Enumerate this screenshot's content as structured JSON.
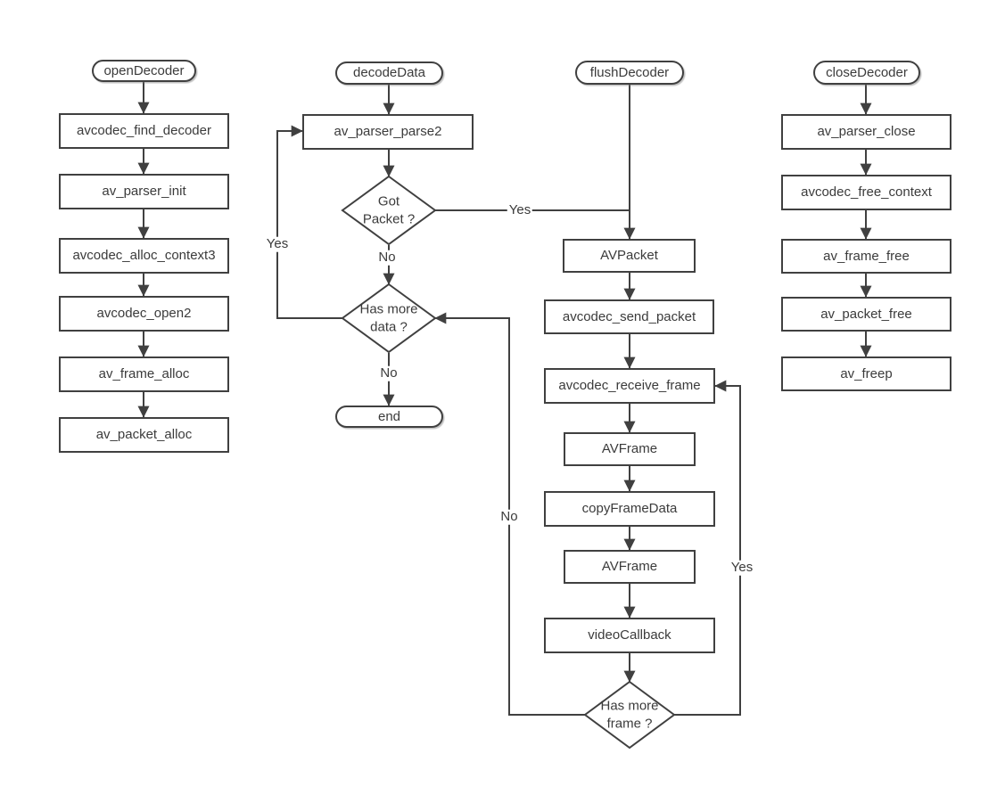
{
  "colors": {
    "stroke": "#404040",
    "text": "#3b3b3b",
    "background": "#ffffff"
  },
  "flowchart": {
    "nodes": {
      "open_decoder": "openDecoder",
      "avcodec_find_decoder": "avcodec_find_decoder",
      "av_parser_init": "av_parser_init",
      "avcodec_alloc_context3": "avcodec_alloc_context3",
      "avcodec_open2": "avcodec_open2",
      "av_frame_alloc": "av_frame_alloc",
      "av_packet_alloc": "av_packet_alloc",
      "decode_data": "decodeData",
      "av_parser_parse2": "av_parser_parse2",
      "got_packet": "Got\nPacket ?",
      "has_more_data": "Has more\ndata ?",
      "end": "end",
      "flush_decoder": "flushDecoder",
      "av_packet": "AVPacket",
      "avcodec_send_packet": "avcodec_send_packet",
      "avcodec_receive_frame": "avcodec_receive_frame",
      "av_frame_1": "AVFrame",
      "copy_frame_data": "copyFrameData",
      "av_frame_2": "AVFrame",
      "video_callback": "videoCallback",
      "has_more_frame": "Has more\nframe ?",
      "close_decoder": "closeDecoder",
      "av_parser_close": "av_parser_close",
      "avcodec_free_context": "avcodec_free_context",
      "av_frame_free": "av_frame_free",
      "av_packet_free": "av_packet_free",
      "av_freep": "av_freep"
    },
    "edge_labels": {
      "got_packet_yes": "Yes",
      "got_packet_no": "No",
      "has_more_data_yes": "Yes",
      "has_more_data_no": "No",
      "has_more_frame_yes": "Yes",
      "has_more_frame_no": "No"
    }
  }
}
